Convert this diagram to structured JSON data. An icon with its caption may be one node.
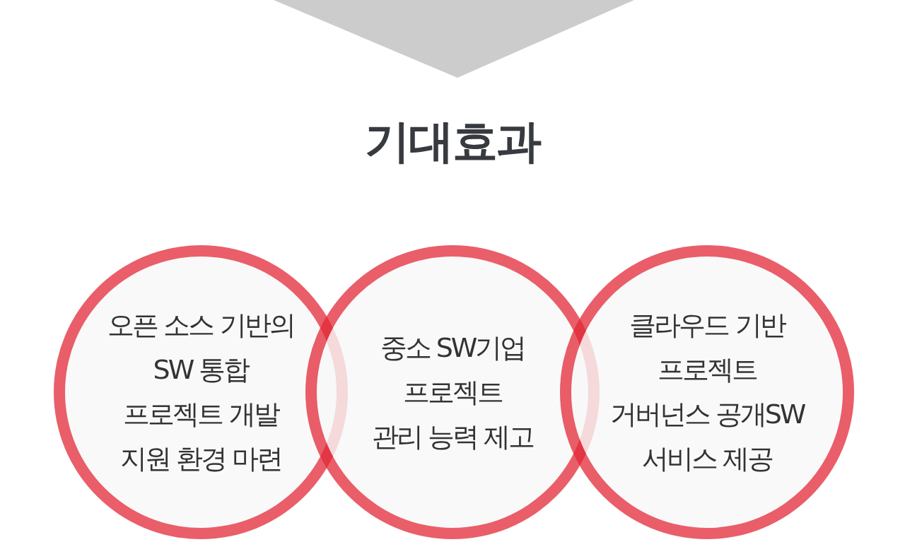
{
  "diagram": {
    "title": "기대효과",
    "nodes": [
      {
        "text": [
          "오픈 소스 기반의 SW 통합 프로젝트 개발 지원 환경 마련"
        ]
      },
      {
        "text": [
          "중소 SW기업 프로젝트 관리 능력 제고"
        ]
      },
      {
        "text": [
          "클라우드 기반 프로젝트 거버넌스 공개SW 서비스 제공"
        ]
      }
    ]
  }
}
